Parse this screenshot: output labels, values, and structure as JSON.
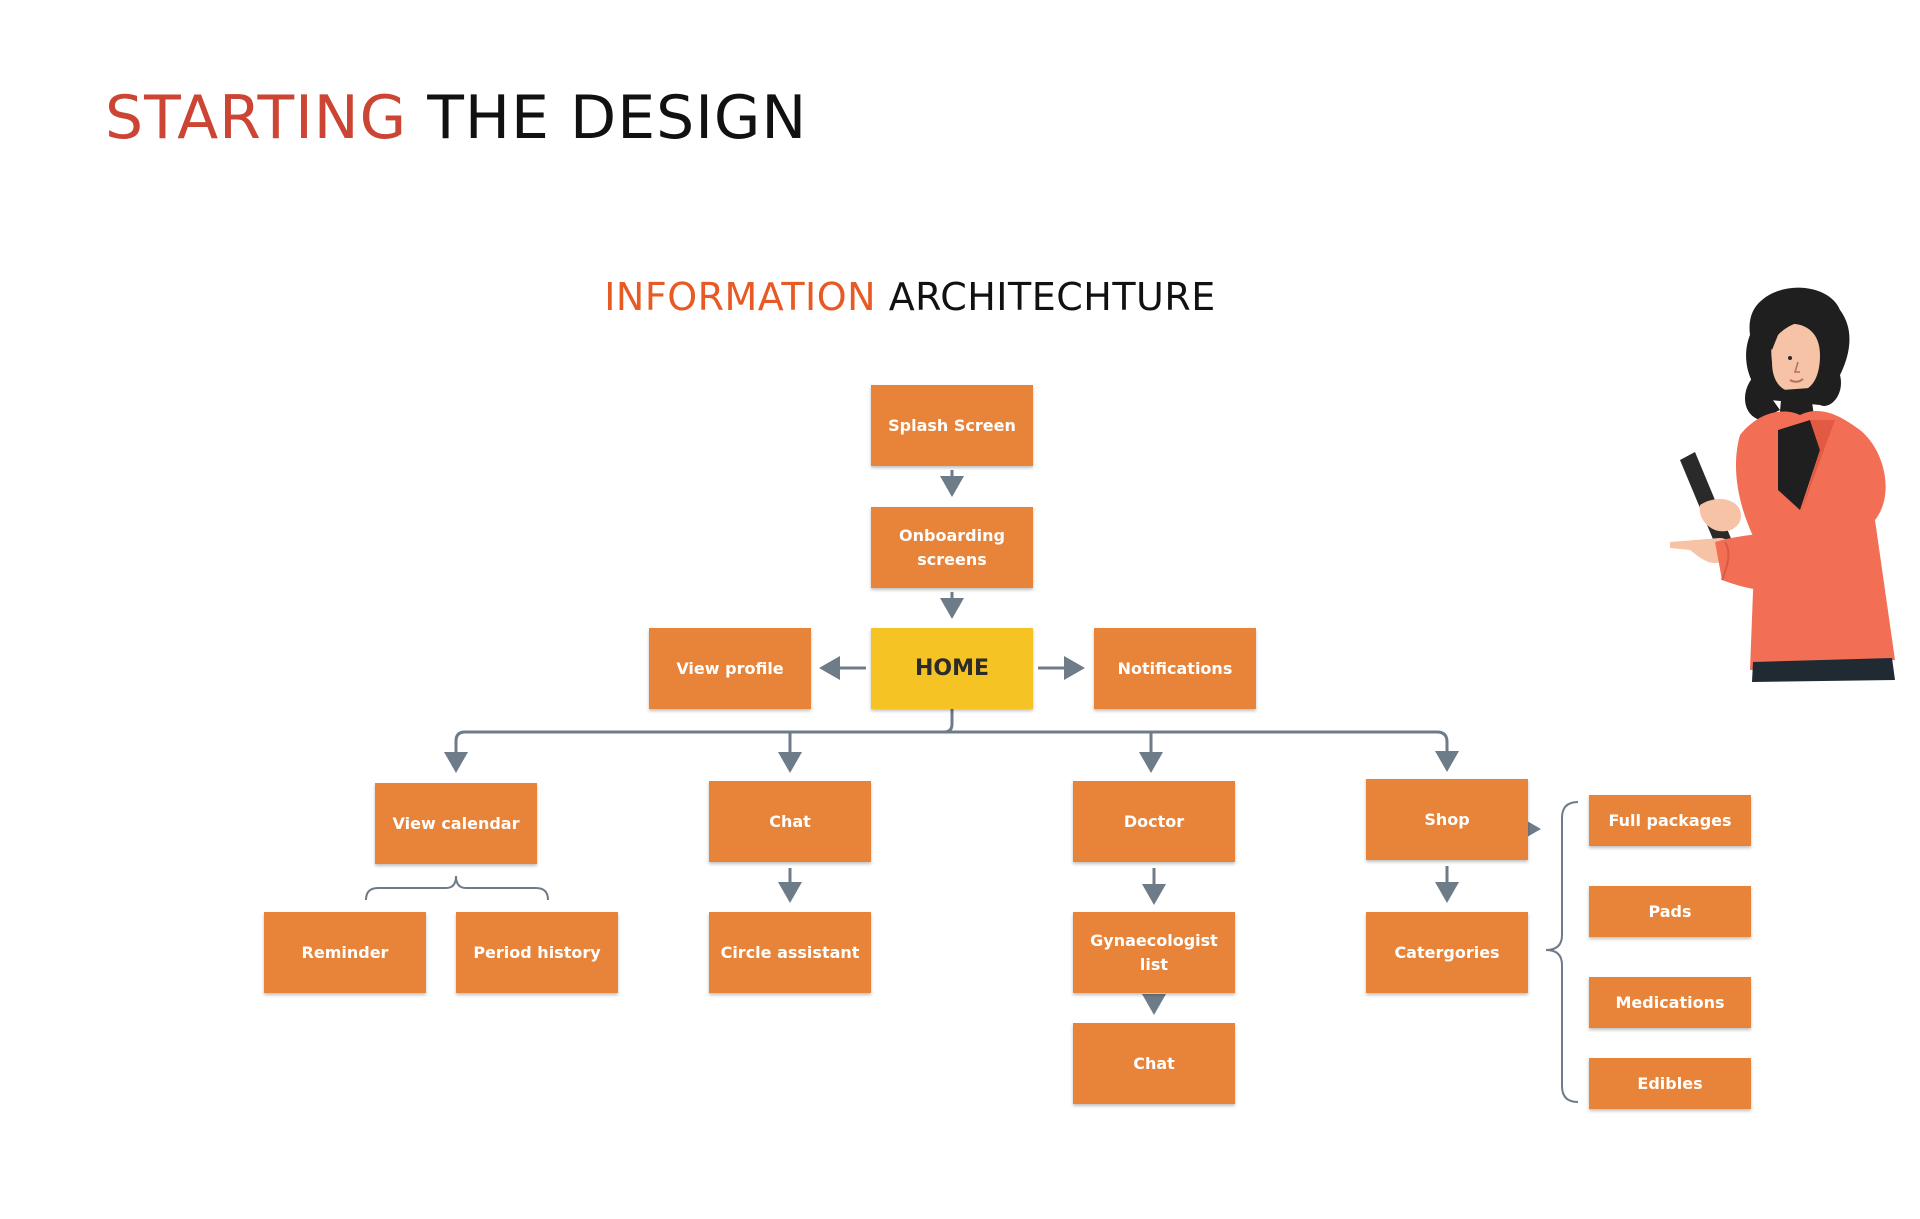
{
  "header": {
    "title_accent": "STARTING",
    "title_rest": "THE DESIGN",
    "accent_color": "#cc4433"
  },
  "section": {
    "title_accent": "INFORMATION",
    "title_rest": "ARCHITECHTURE",
    "accent_color": "#e85a24"
  },
  "nodes": {
    "splash": "Splash Screen",
    "onboarding": "Onboarding screens",
    "home": "HOME",
    "view_profile": "View profile",
    "notifications": "Notifications",
    "view_calendar": "View calendar",
    "reminder": "Reminder",
    "period_history": "Period history",
    "chat": "Chat",
    "circle_assistant": "Circle assistant",
    "doctor": "Doctor",
    "gynaecologist_list": "Gynaecologist list",
    "doctor_chat": "Chat",
    "shop": "Shop",
    "categories": "Catergories",
    "full_packages": "Full packages",
    "pads": "Pads",
    "medications": "Medications",
    "edibles": "Edibles"
  },
  "colors": {
    "box": "#e8843a",
    "home": "#f6c324",
    "connector": "#6e7b88"
  },
  "illustration": "woman-with-tablet-illustration"
}
